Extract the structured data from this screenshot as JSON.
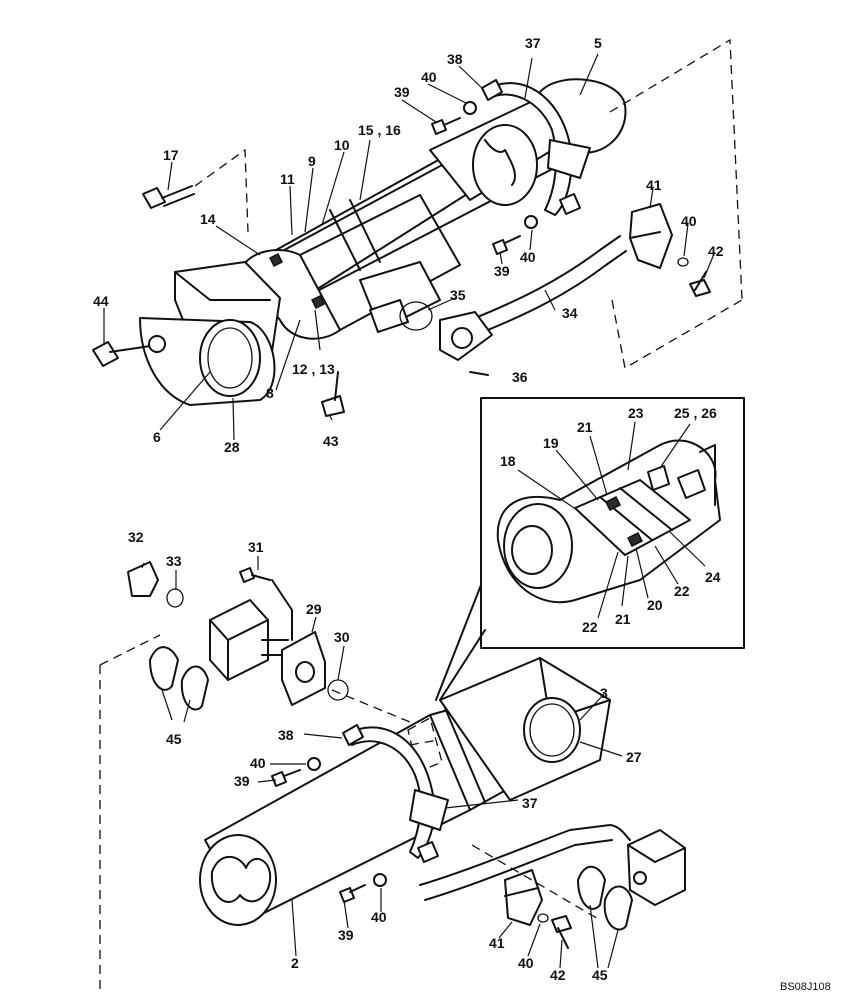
{
  "drawing_code": "BS08J108",
  "labels": {
    "l2": "2",
    "l3": "3",
    "l5": "5",
    "l6": "6",
    "l8": "8",
    "l9": "9",
    "l10": "10",
    "l11": "11",
    "l12_13": "12 , 13",
    "l14": "14",
    "l15_16": "15 , 16",
    "l17": "17",
    "l18": "18",
    "l19": "19",
    "l20": "20",
    "l21a": "21",
    "l21b": "21",
    "l22a": "22",
    "l22b": "22",
    "l23": "23",
    "l24": "24",
    "l25_26": "25 , 26",
    "l27": "27",
    "l28": "28",
    "l29": "29",
    "l30": "30",
    "l31": "31",
    "l32": "32",
    "l33": "33",
    "l34": "34",
    "l35": "35",
    "l36": "36",
    "l37a": "37",
    "l37b": "37",
    "l38a": "38",
    "l38b": "38",
    "l39a": "39",
    "l39b": "39",
    "l39c": "39",
    "l39d": "39",
    "l40a": "40",
    "l40b": "40",
    "l40c": "40",
    "l40d": "40",
    "l40e": "40",
    "l40f": "40",
    "l41a": "41",
    "l41b": "41",
    "l42a": "42",
    "l42b": "42",
    "l43": "43",
    "l44": "44",
    "l45a": "45",
    "l45b": "45"
  }
}
